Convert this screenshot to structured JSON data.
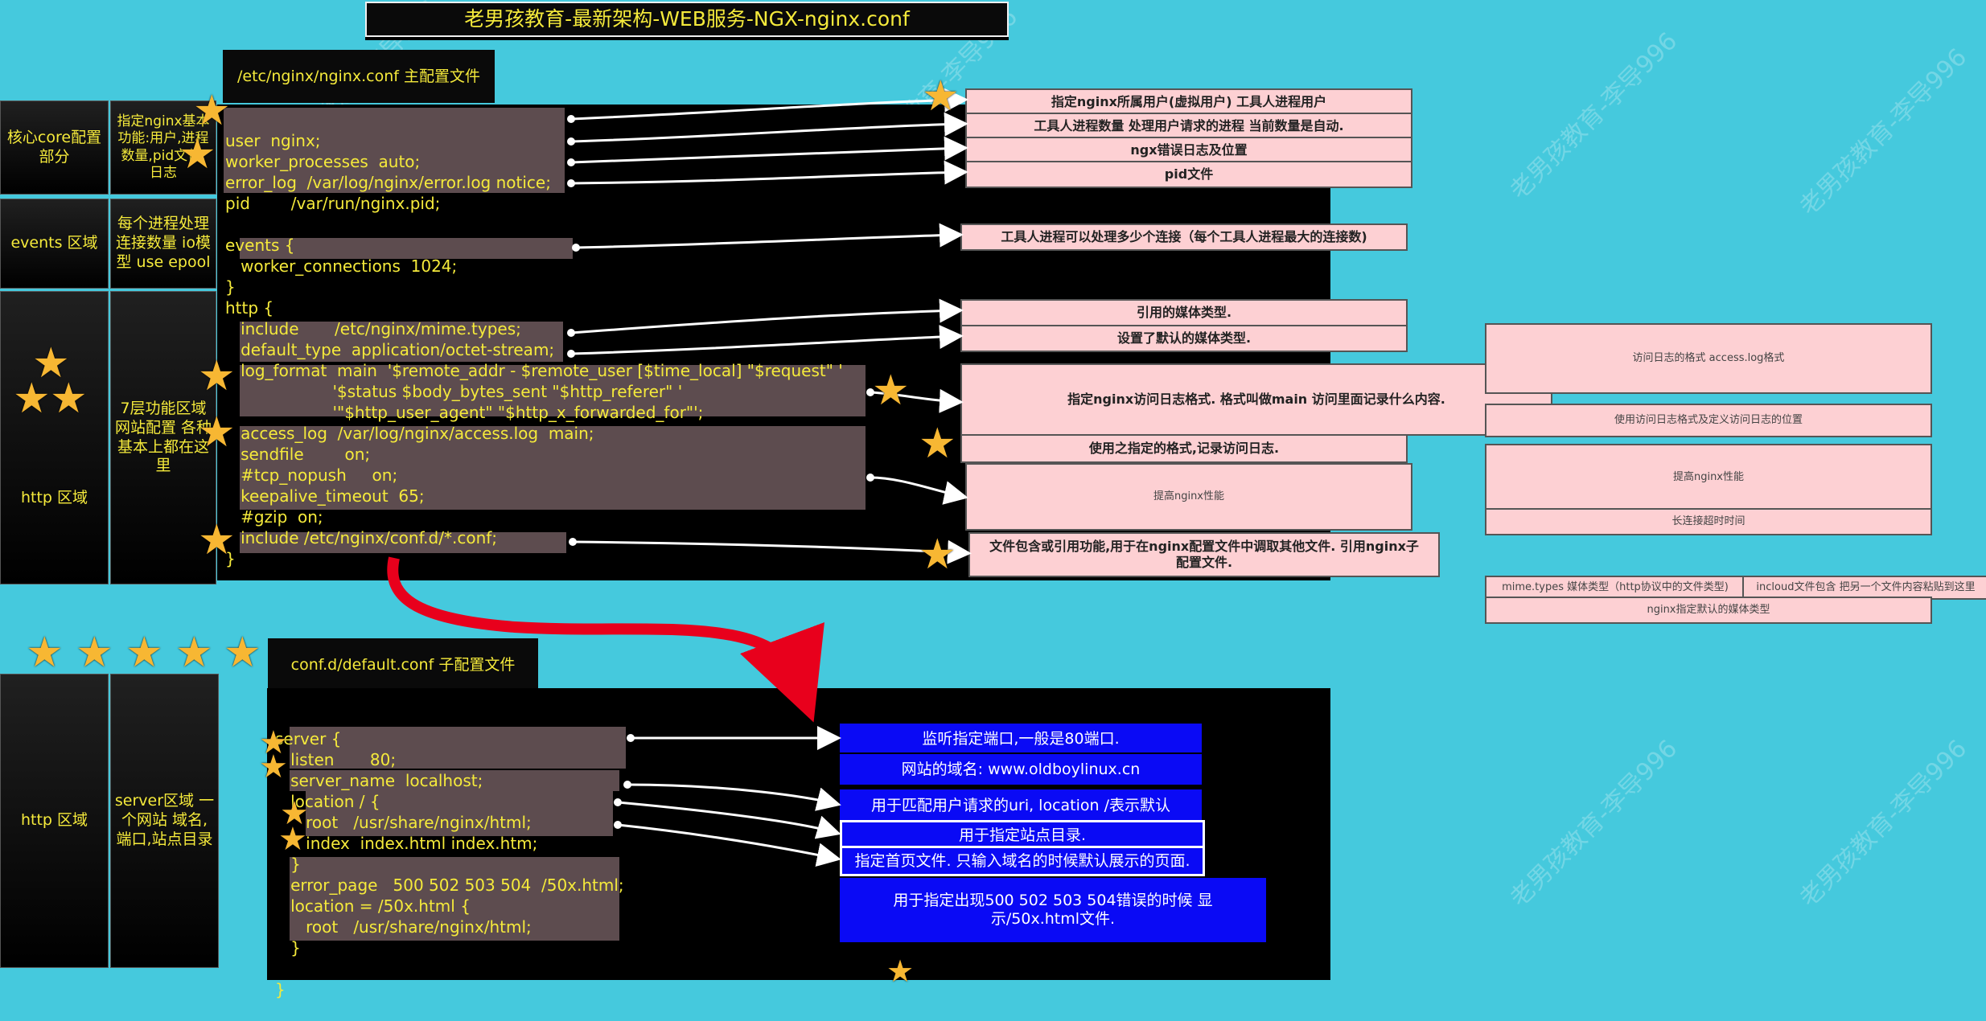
{
  "title": "老男孩教育-最新架构-WEB服务-NGX-nginx.conf",
  "main_tag": "/etc/nginx/nginx.conf 主配置文件",
  "sub_tag": "conf.d/default.conf 子配置文件",
  "sidebar": {
    "core_label": "核心core配置部分",
    "core_desc": "指定nginx基本功能:用户,进程数量,pid文件,日志",
    "events_label": "events 区域",
    "events_desc": "每个进程处理连接数量 io模型 use epool",
    "http_label": "http 区域",
    "http_desc": "7层功能区域 网站配置 各种基本上都在这里",
    "http2_label": "http 区域",
    "server_desc": "server区域 一个网站 域名,端口,站点目录"
  },
  "code_main": [
    "user  nginx;",
    "worker_processes  auto;",
    "error_log  /var/log/nginx/error.log notice;",
    "pid        /var/run/nginx.pid;",
    "events {",
    "   worker_connections  1024;",
    "}",
    "http {",
    "   include       /etc/nginx/mime.types;",
    "   default_type  application/octet-stream;",
    "   log_format  main  '$remote_addr - $remote_user [$time_local] \"$request\" '",
    "                     '$status $body_bytes_sent \"$http_referer\" '",
    "                     '\"$http_user_agent\" \"$http_x_forwarded_for\"';",
    "   access_log  /var/log/nginx/access.log  main;",
    "   sendfile        on;",
    "   #tcp_nopush     on;",
    "   keepalive_timeout  65;",
    "   #gzip  on;",
    "   include /etc/nginx/conf.d/*.conf;",
    "}"
  ],
  "code_sub": [
    "server {",
    "   listen       80;",
    "   server_name  localhost;",
    "   location / {",
    "      root   /usr/share/nginx/html;",
    "      index  index.html index.htm;",
    "   }",
    "   error_page   500 502 503 504  /50x.html;",
    "   location = /50x.html {",
    "      root   /usr/share/nginx/html;",
    "   }",
    "}"
  ],
  "notes_main": [
    "指定nginx所属用户(虚拟用户) 工具人进程用户",
    "工具人进程数量  处理用户请求的进程 当前数量是自动.",
    "ngx错误日志及位置",
    "pid文件",
    "工具人进程可以处理多少个连接（每个工具人进程最大的连接数)",
    "引用的媒体类型.",
    "设置了默认的媒体类型.",
    "指定nginx访问日志格式. 格式叫做main 访问里面记录什么内容.",
    "使用之指定的格式,记录访问日志.",
    "提高nginx性能",
    "文件包含或引用功能,用于在nginx配置文件中调取其他文件. 引用nginx子配置文件."
  ],
  "notes_sub": [
    "监听指定端口,一般是80端口.",
    "网站的域名: www.oldboylinux.cn",
    "用于匹配用户请求的uri, location /表示默认",
    "用于指定站点目录.",
    "指定首页文件. 只输入域名的时候默认展示的页面.",
    "用于指定出现500 502 503 504错误的时候 显示/50x.html文件."
  ],
  "notes_right": [
    "访问日志的格式  access.log格式",
    "使用访问日志格式及定义访问日志的位置",
    "提高nginx性能",
    "长连接超时时间",
    "mime.types 媒体类型（http协议中的文件类型)",
    "incloud文件包含 把另一个文件内容粘贴到这里",
    "nginx指定默认的媒体类型"
  ],
  "watermark": "老男孩教育-李导996",
  "colors": {
    "background": "#45c9dd",
    "code_text": "#f5ea3b",
    "note_pink": "#fdd0d3",
    "note_blue": "#0a0af5",
    "curve_red": "#e8001c"
  }
}
